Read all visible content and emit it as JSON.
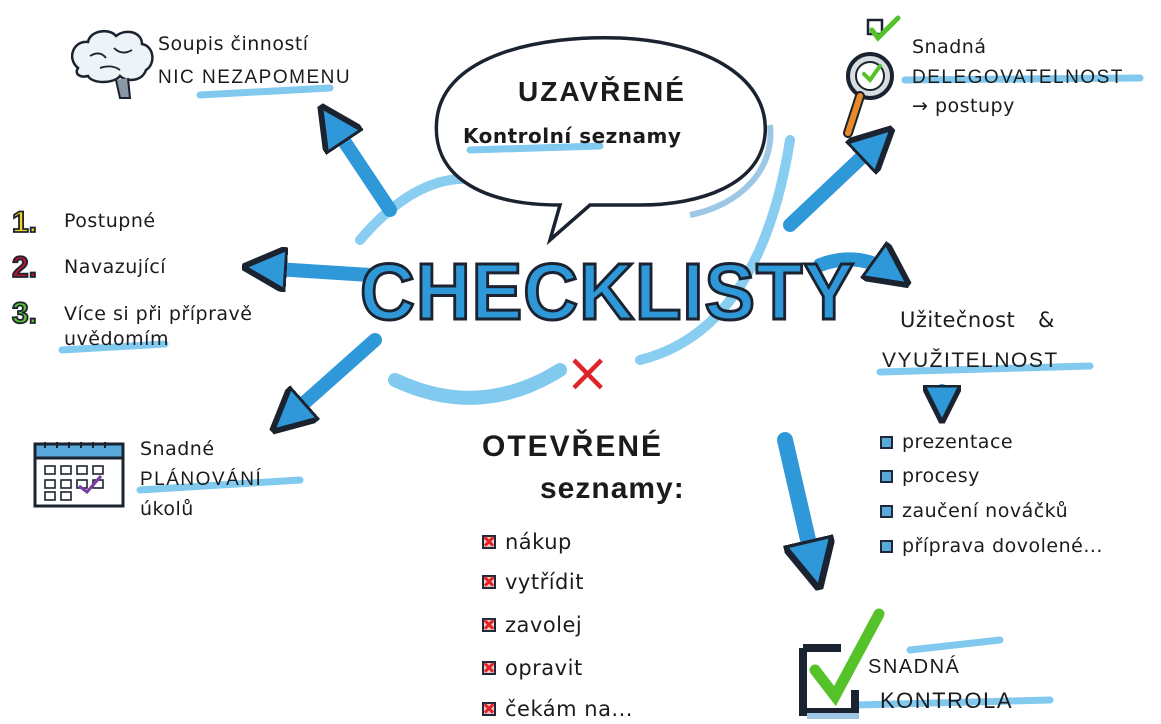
{
  "center": {
    "title": "CHECKLISTY"
  },
  "bubble": {
    "line1": "UZAVŘENÉ",
    "line2": "Kontrolní seznamy"
  },
  "top_left": {
    "line1": "Soupis činností",
    "line2": "NIC NEZAPOMENU",
    "icon": "brain-icon"
  },
  "top_right": {
    "line1": "Snadná",
    "line2": "DELEGOVATELNOST",
    "line3": "→ postupy",
    "icon": "magnifier-check-icon"
  },
  "left_list": {
    "items": [
      {
        "number": "1",
        "label": "Postupné",
        "color": "#f2d21b"
      },
      {
        "number": "2",
        "label": "Navazující",
        "color": "#b3162a"
      },
      {
        "number": "3",
        "label": "Více si při přípravě",
        "label2": "uvědomím",
        "color": "#5cc22e"
      }
    ]
  },
  "bottom_left": {
    "line1": "Snadné",
    "line2": "PLÁNOVÁNÍ",
    "line3": "úkolů",
    "icon": "calendar-icon"
  },
  "right": {
    "line1": "Užitečnost",
    "amp": "&",
    "line2": "VYUŽITELNOST",
    "items": [
      "prezentace",
      "procesy",
      "zaučení nováčků",
      "příprava dovolené..."
    ]
  },
  "open_lists": {
    "cross": "×",
    "title1": "OTEVŘENÉ",
    "title2": "seznamy:",
    "items": [
      "nákup",
      "vytřídit",
      "zavolej",
      "opravit",
      "čekám na..."
    ]
  },
  "bottom_right": {
    "line1": "SNADNÁ",
    "line2": "KONTROLA",
    "icon": "checkbox-check-icon"
  },
  "colors": {
    "blue": "#2f98d8",
    "light_blue": "#6cc0ec",
    "dark": "#1b2330",
    "green": "#56c22a",
    "red": "#e0242a"
  }
}
